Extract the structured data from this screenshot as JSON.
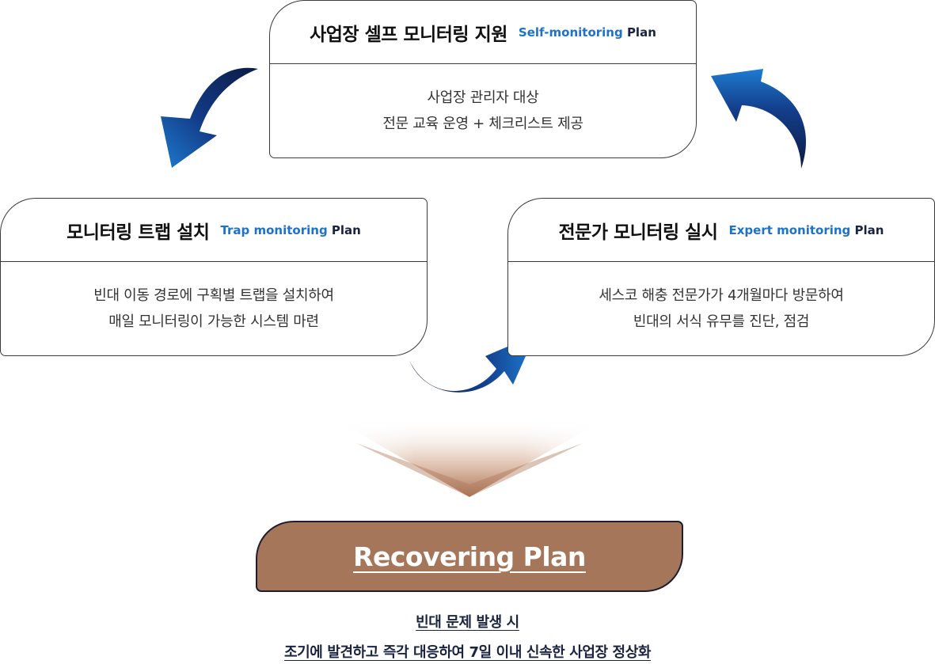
{
  "cards": {
    "top": {
      "title": "사업장 셀프 모니터링 지원",
      "sub_en": "Self-monitoring",
      "sub_plan": "Plan",
      "lines": [
        "사업장 관리자 대상",
        "전문 교육 운영 +  체크리스트 제공"
      ]
    },
    "left": {
      "title": "모니터링 트랩 설치",
      "sub_en": "Trap monitoring",
      "sub_plan": "Plan",
      "lines": [
        "빈대 이동 경로에 구획별 트랩을 설치하여",
        "매일 모니터링이 가능한 시스템 마련"
      ]
    },
    "right": {
      "title": "전문가 모니터링 실시",
      "sub_en": "Expert monitoring",
      "sub_plan": "Plan",
      "lines": [
        "세스코 해충 전문가가 4개월마다 방문하여",
        "빈대의 서식 유무를 진단, 점검"
      ]
    }
  },
  "recovering": {
    "label": "Recovering Plan"
  },
  "bottom": {
    "line1": "빈대 문제 발생 시",
    "line2": "조기에 발견하고 즉각 대응하여 7일 이내 신속한 사업장 정상화"
  },
  "colors": {
    "accent_blue": "#1d72c9",
    "navy": "#1a2340",
    "arrow_dark": "#0c1a45",
    "arrow_light": "#1e7bd0",
    "recover_fill": "#a6765b",
    "chevron": "#b07a5a"
  },
  "icons": [
    "curved-arrow-icon",
    "down-chevron-icon"
  ]
}
